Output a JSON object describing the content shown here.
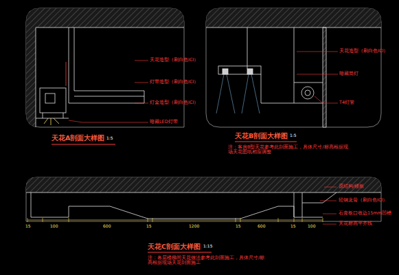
{
  "diagram": {
    "labels": [
      "天花A剖面大样图",
      "1:5",
      "天花造型（刷白色ICI）",
      "灯带造型（刷白色ICI）",
      "灯盒造型（刷白色ICI）",
      "暗藏LED灯带",
      "天花B剖面大样图",
      "1:5",
      "注：客房B型天花参考此剖面施工，具体尺寸/标高根据现场天花图纸相应调整",
      "天花造型（刷白色ICI）",
      "暗藏筒灯",
      "T4灯管",
      "15",
      "100",
      "600",
      "15",
      "1200",
      "15",
      "600",
      "15",
      "100",
      "天花C剖面大样图",
      "1:15",
      "注：各层楼梯间天花做法参考此剖面施工，具体尺寸/标高根据现场天花剖面施工",
      "原结构/楼板",
      "轻钢龙骨（刷白色ICI）",
      "石膏板口收边15mm凹槽",
      "天花标高平齐线"
    ]
  }
}
